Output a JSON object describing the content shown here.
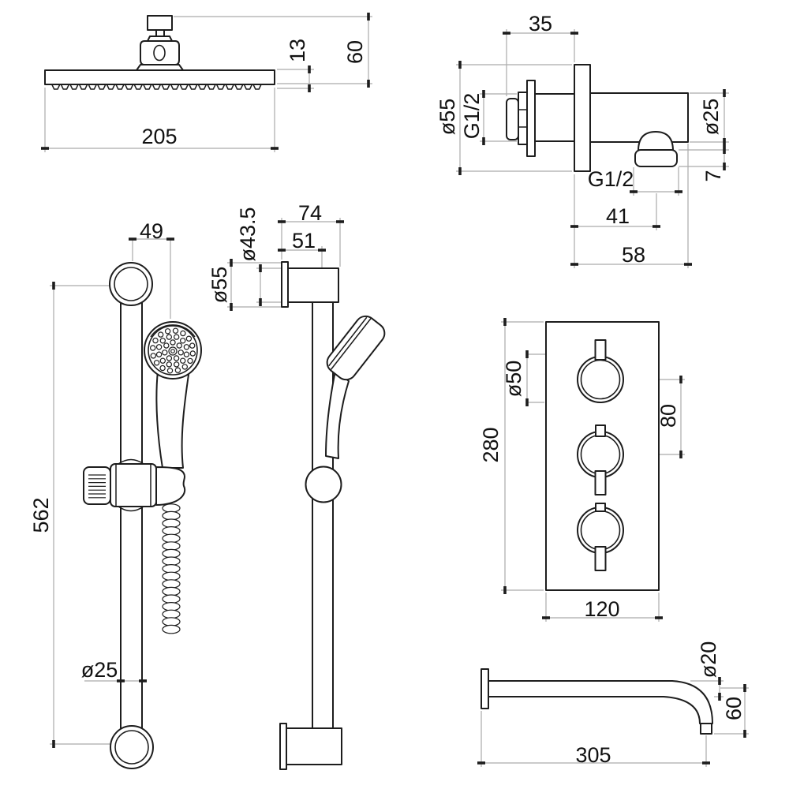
{
  "colors": {
    "background": "#ffffff",
    "part_line": "#1d1d1d",
    "dimension_line": "#ababab",
    "label_text": "#111111"
  },
  "components": {
    "overhead_shower": {
      "width": "205",
      "head_thickness": "13",
      "height": "60"
    },
    "wall_outlet_elbow": {
      "projection": "35",
      "flange_diameter": "ø55",
      "inlet_thread": "G1/2",
      "body_diameter": "ø25",
      "outlet_thickness": "7",
      "outlet_thread": "G1/2",
      "outlet_offset": "41",
      "total_projection": "58"
    },
    "slide_rail_front": {
      "handset_offset": "49",
      "rail_length": "562",
      "rail_diameter": "ø25"
    },
    "slide_rail_side": {
      "total_projection": "74",
      "axis_projection": "51",
      "bracket_diameter": "ø43.5",
      "flange_diameter": "ø55"
    },
    "thermostatic_valve": {
      "plate_height": "280",
      "knob_diameter": "ø50",
      "knob_spacing": "80",
      "plate_width": "120"
    },
    "bath_spout": {
      "spout_diameter": "ø20",
      "drop_height": "60",
      "length": "305"
    }
  }
}
